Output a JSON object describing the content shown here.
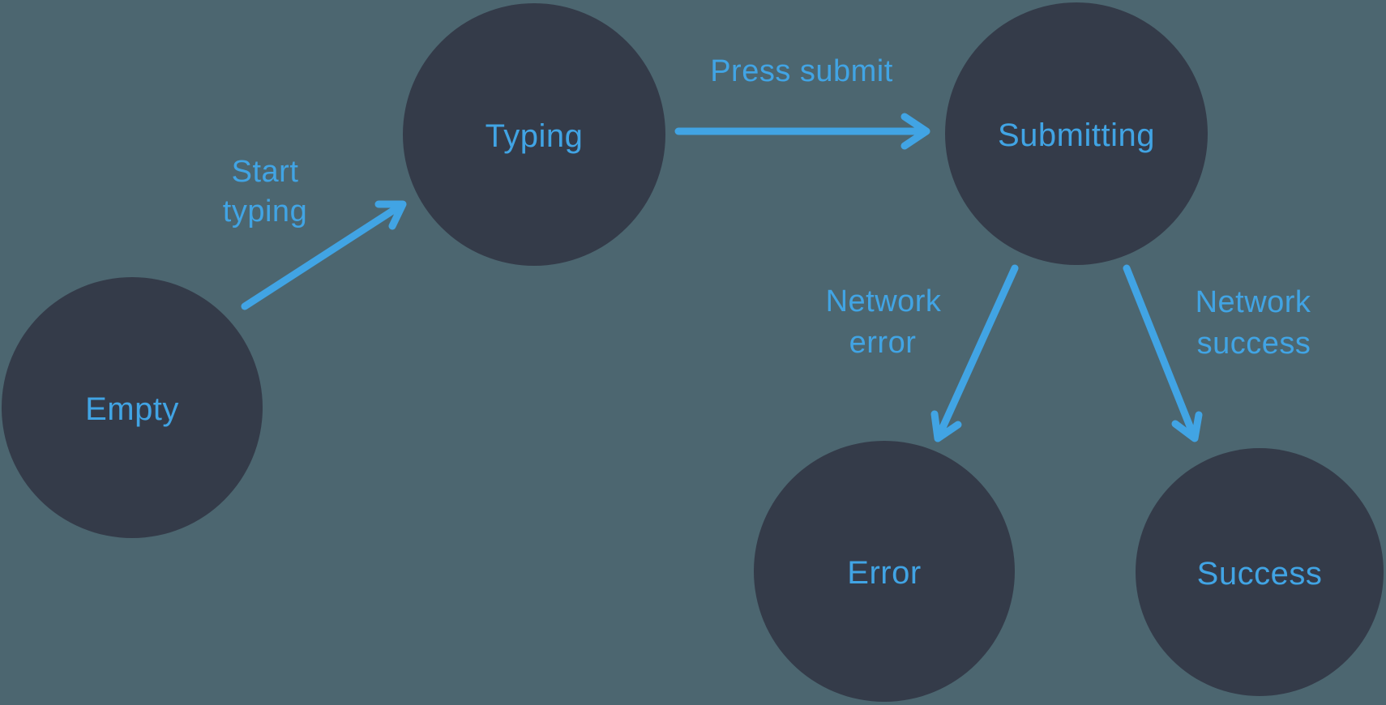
{
  "theme": {
    "bg": "#4C6670",
    "node": "#343B49",
    "accent": "#41A4E4"
  },
  "diagram": {
    "type": "state-machine",
    "nodes": [
      {
        "id": "empty",
        "label": "Empty"
      },
      {
        "id": "typing",
        "label": "Typing"
      },
      {
        "id": "submitting",
        "label": "Submitting"
      },
      {
        "id": "error",
        "label": "Error"
      },
      {
        "id": "success",
        "label": "Success"
      }
    ],
    "edges": [
      {
        "from": "empty",
        "to": "typing",
        "label": "Start typing",
        "label_lines": [
          "Start",
          "typing"
        ]
      },
      {
        "from": "typing",
        "to": "submitting",
        "label": "Press submit",
        "label_lines": [
          "Press submit"
        ]
      },
      {
        "from": "submitting",
        "to": "error",
        "label": "Network error",
        "label_lines": [
          "Network",
          "error"
        ]
      },
      {
        "from": "submitting",
        "to": "success",
        "label": "Network success",
        "label_lines": [
          "Network",
          "success"
        ]
      }
    ]
  }
}
